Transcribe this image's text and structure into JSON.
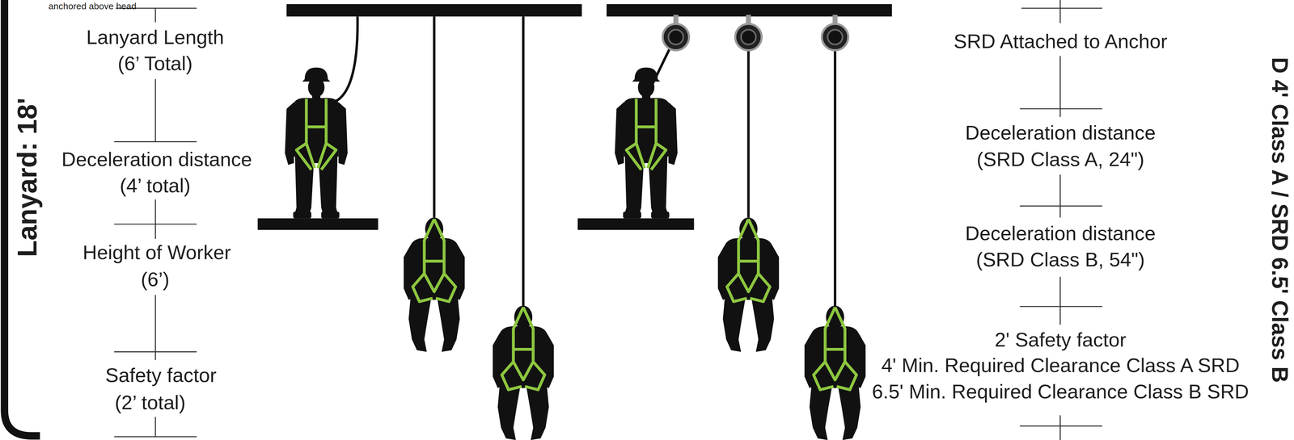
{
  "diagram": {
    "labels": [
      "anchored above head",
      "Lanyard: 18'",
      "Lanyard Length",
      "(6’ Total)",
      "Deceleration distance",
      "(4’ total)",
      "Height of Worker",
      "(6’)",
      "Safety factor",
      "(2’ total)",
      "SRD Attached to Anchor",
      "Deceleration distance",
      "(SRD Class A, 24\")",
      "Deceleration distance",
      "(SRD Class B, 54\")",
      "2' Safety factor",
      "4' Min. Required Clearance Class A SRD",
      "6.5' Min. Required Clearance Class B SRD",
      "D 4' Class A / SRD 6.5' Class B"
    ]
  }
}
